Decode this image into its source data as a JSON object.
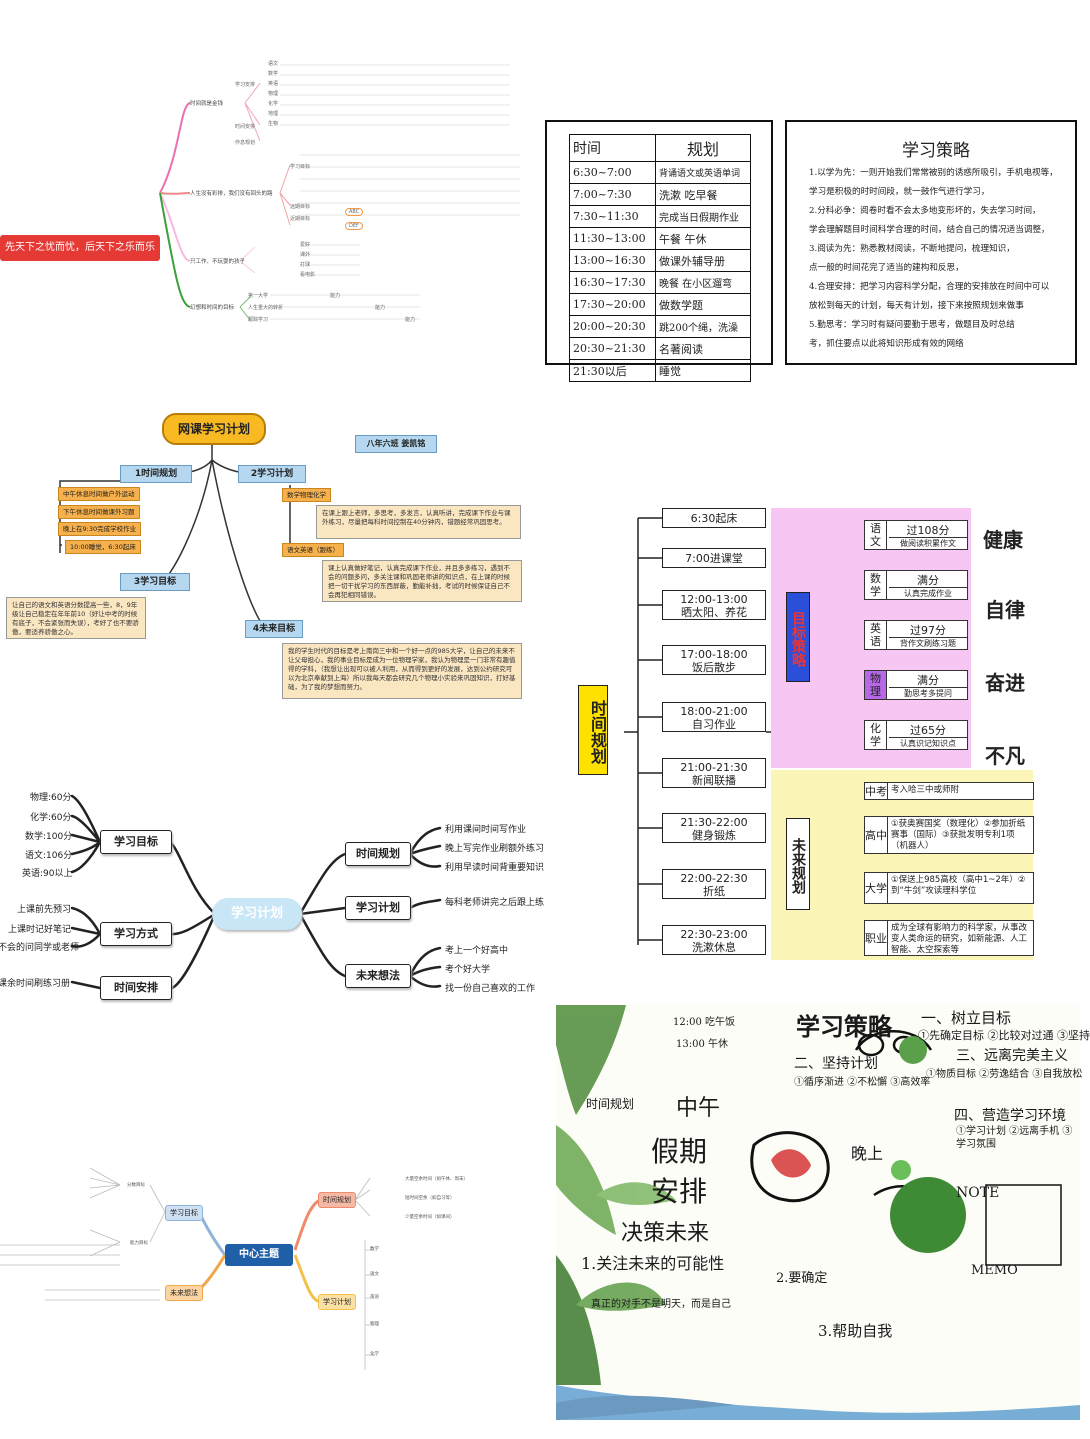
{
  "panel1": {
    "root": "先天下之忧而忧，后天下之乐而乐",
    "branches": [
      "时间就是金钱",
      "人生没有彩排，我们没有回头的路",
      "只工作、不玩耍的孩子",
      "幻想和时间的目标"
    ],
    "sub_a": [
      "学习安排",
      "时间安排",
      "作息规划"
    ],
    "subjects": [
      "语文",
      "数学",
      "英语",
      "物理",
      "化学",
      "地理",
      "生物"
    ],
    "sub_b": [
      "学习目标",
      "远期目标",
      "近期目标"
    ],
    "sub_b_items": [
      "ABC",
      "DEF"
    ],
    "sub_c": [
      "爱好",
      "课外",
      "打球",
      "看电影"
    ],
    "sub_d": [
      "第一大学",
      "人生重大的转折",
      "跟踪学习"
    ],
    "sub_d_right": [
      "能力",
      "能力",
      "能力"
    ]
  },
  "panel2": {
    "header_time": "时间",
    "header_plan": "规划",
    "rows": [
      [
        "6:30~7:00",
        "背诵语文或英语单词"
      ],
      [
        "7:00~7:30",
        "洗漱 吃早餐"
      ],
      [
        "7:30~11:30",
        "完成当日假期作业"
      ],
      [
        "11:30~13:00",
        "午餐 午休"
      ],
      [
        "13:00~16:30",
        "做课外辅导册"
      ],
      [
        "16:30~17:30",
        "晚餐 在小区遛弯"
      ],
      [
        "17:30~20:00",
        "做数学题"
      ],
      [
        "20:00~20:30",
        "跳200个绳，洗澡"
      ],
      [
        "20:30~21:30",
        "名著阅读"
      ],
      [
        "21:30以后",
        "睡觉"
      ]
    ],
    "strategy_title": "学习策略",
    "strategy_lines": [
      "1.以学为先：一则开始我们常常被别的诱惑所吸引，手机电视等，",
      "学习是积极的时时间段，就一鼓作气进行学习，",
      "2.分科必争：阅卷时看不会太多地变形坏的，失去学习时间，",
      "学会理解题目时间科学合理的时间，结合自己的情况适当调整，",
      "3.阅读为先：熟悉教材阅读，不断地提问，梳理知识，",
      "点一般的时间花完了适当的建构和反思，",
      "4.合理安排：把学习内容科学分配，合理的安排放在时间中可以",
      "放松到每天的计划，每天有计划，接下来按照规划来做事",
      "5.勤思考：学习时有疑问要勤于思考，做题目及时总结",
      "考，抓住要点以此将知识形成有效的网络"
    ]
  },
  "panel3": {
    "title": "网课学习计划",
    "author": "八年六班 姜凯铭",
    "sec1": "1时间规划",
    "sec1_items": [
      "中午休息时间做户外运动",
      "下午休息时间做课外习题",
      "晚上在9:30完成学校作业",
      "10:00睡觉，6:30起床"
    ],
    "sec2": "2学习计划",
    "sec2_sub1": "数学物理化学",
    "sec2_text1": "在课上跟上老师，多思考，多发言，认真听讲，完成课下作业与课外练习，尽量把每科时间控制在40分钟内，错题经常巩固思考。",
    "sec2_sub2": "语文英语（跟练）",
    "sec2_text2": "课上认真做好笔记，认真完成课下作业，并且多多练习，遇到不会的问题多问，多关注课和巩固老师讲的知识点，在上课的时候把一切干扰学习的东西屏蔽，勤能补拙，考试的时候保证自己不会再犯相同错误。",
    "sec3": "3学习目标",
    "sec3_text": "让自己的语文和英语分数提高一些，8，9年级让自己稳定在年年前10（好让中考的时候有底子，不会紧张而失误），考好了也不要骄傲，要适养骄傲之心。",
    "sec4": "4未来目标",
    "sec4_text": "我的学生时代的目标是考上南岗三中和一个好一点的985大学，让自己的未来不让父母担心，我的事业目标是成为一位物理学家，我认为物理是一门非常有趣值得的学科，（我想让出现可以被人利用，从而得到更好的发展，达到公约研究可以为北京奉献到上海）所以我每天都会研究几个物理小实验来巩固知识，打好基础，为了我的梦想而努力。"
  },
  "panel4": {
    "left_title": "时间规划",
    "times": [
      [
        "6:30起床",
        ""
      ],
      [
        "7:00进课堂",
        ""
      ],
      [
        "12:00-13:00",
        "晒太阳、养花"
      ],
      [
        "17:00-18:00",
        "饭后散步"
      ],
      [
        "18:00-21:00",
        "自习作业"
      ],
      [
        "21:00-21:30",
        "新闻联播"
      ],
      [
        "21:30-22:00",
        "健身锻炼"
      ],
      [
        "22:00-22:30",
        "折纸"
      ],
      [
        "22:30-23:00",
        "洗漱休息"
      ]
    ],
    "goal_title": "目标策略",
    "goals": [
      {
        "s": "语文",
        "a": "过108分",
        "b": "做阅读积累作文"
      },
      {
        "s": "数学",
        "a": "满分",
        "b": "认真完成作业"
      },
      {
        "s": "英语",
        "a": "过97分",
        "b": "背作文刷练习题"
      },
      {
        "s": "物理",
        "a": "满分",
        "b": "勤思考多提问"
      },
      {
        "s": "化学",
        "a": "过65分",
        "b": "认真识记知识点"
      }
    ],
    "mottos": [
      "健康",
      "自律",
      "奋进",
      "不凡"
    ],
    "future_title": "未来规划",
    "future": [
      {
        "s": "中考",
        "c": "考入哈三中或师附"
      },
      {
        "s": "高中",
        "c": "①获奥赛国奖（数理化）②参加折纸赛事（国际）③获批发明专利1项（机器人）"
      },
      {
        "s": "大学",
        "c": "①保送上985高校（高中1~2年）②到“牛剑”攻读理科学位"
      },
      {
        "s": "职业",
        "c": "成为全球有影响力的科学家，从事改变人类命运的研究，如新能源、人工智能、太空探索等"
      }
    ]
  },
  "panel5": {
    "center": "学习计划",
    "goal_node": "学习目标",
    "goals": [
      "物理:60分",
      "化学:60分",
      "数学:100分",
      "语文:106分",
      "英语:90以上"
    ],
    "method_node": "学习方式",
    "methods": [
      "上课前先预习",
      "上课时记好笔记",
      "不会的问同学或老师"
    ],
    "arrange_node": "时间安排",
    "arrange": [
      "课余时间刷练习册"
    ],
    "time_node": "时间规划",
    "time_items": [
      "利用课间时间写作业",
      "晚上写完作业刷额外练习",
      "利用早读时间背重要知识"
    ],
    "plan_node": "学习计划",
    "plan_items": [
      "每科老师讲完之后跟上练"
    ],
    "future_node": "未来想法",
    "future_items": [
      "考上一个好高中",
      "考个好大学",
      "找一份自己喜欢的工作"
    ]
  },
  "panel6": {
    "title": "学习策略",
    "lines": [
      "一、树立目标",
      "①先确定目标 ②比较对过通 ③坚持",
      "二、坚持计划",
      "①循序渐进 ②不松懈 ③高效率",
      "三、远离完美主义",
      "①物质目标 ②劳逸结合 ③自我放松",
      "四、营造学习环境",
      "①学习计划 ②远离手机 ③学习氛围",
      "12:00 吃午饭",
      "13:00 午休",
      "中午",
      "时间规划",
      "假期",
      "安排",
      "决策未来",
      "1.关注未来的可能性",
      "真正的对手不是明天，而是自己",
      "2.要确定",
      "3.帮助自我",
      "晚上",
      "NOTE",
      "MEMO"
    ]
  },
  "panel7": {
    "center": "中心主题",
    "left": [
      "学习目标",
      "未来想法"
    ],
    "right": [
      "时间规划",
      "学习计划"
    ],
    "left_sub": [
      "分数目标",
      "能力目标"
    ],
    "right_subjects": [
      "数学",
      "语文",
      "英语",
      "物理",
      "化学"
    ],
    "right_time": [
      "大量空余时间（如午休、周末）",
      "短时间空余（如自习等）",
      "少量空余时间（如课间）"
    ]
  }
}
